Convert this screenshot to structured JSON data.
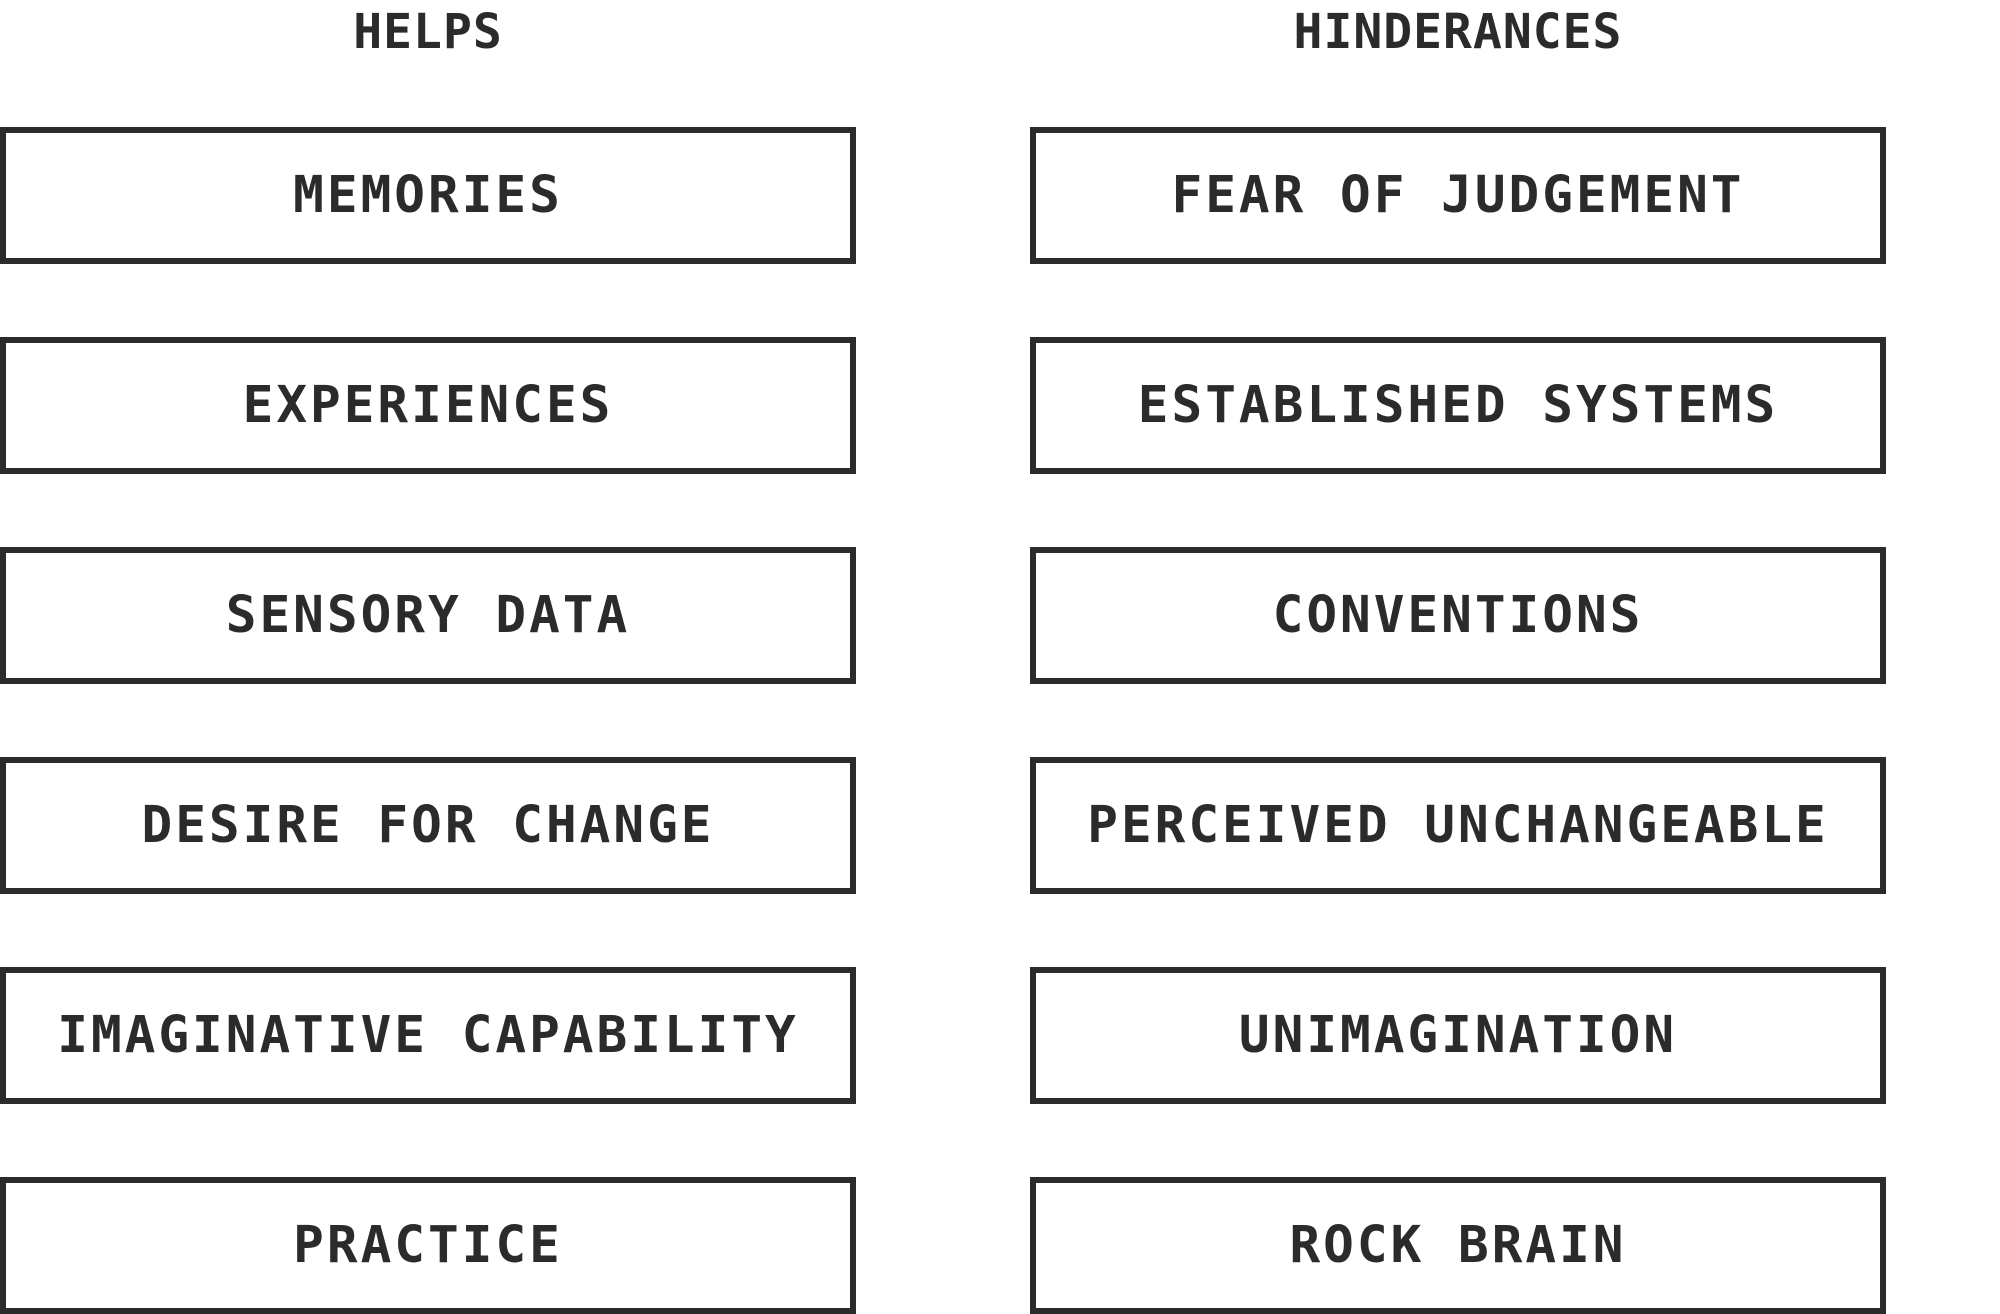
{
  "helps": {
    "title": "HELPS",
    "items": [
      "MEMORIES",
      "EXPERIENCES",
      "SENSORY DATA",
      "DESIRE FOR CHANGE",
      "IMAGINATIVE CAPABILITY",
      "PRACTICE"
    ]
  },
  "hinderances": {
    "title": "HINDERANCES",
    "items": [
      "FEAR OF JUDGEMENT",
      "ESTABLISHED SYSTEMS",
      "CONVENTIONS",
      "PERCEIVED UNCHANGEABLE",
      "UNIMAGINATION",
      "ROCK BRAIN"
    ]
  },
  "colors": {
    "ink": "#2b2b2b",
    "background": "#ffffff"
  }
}
